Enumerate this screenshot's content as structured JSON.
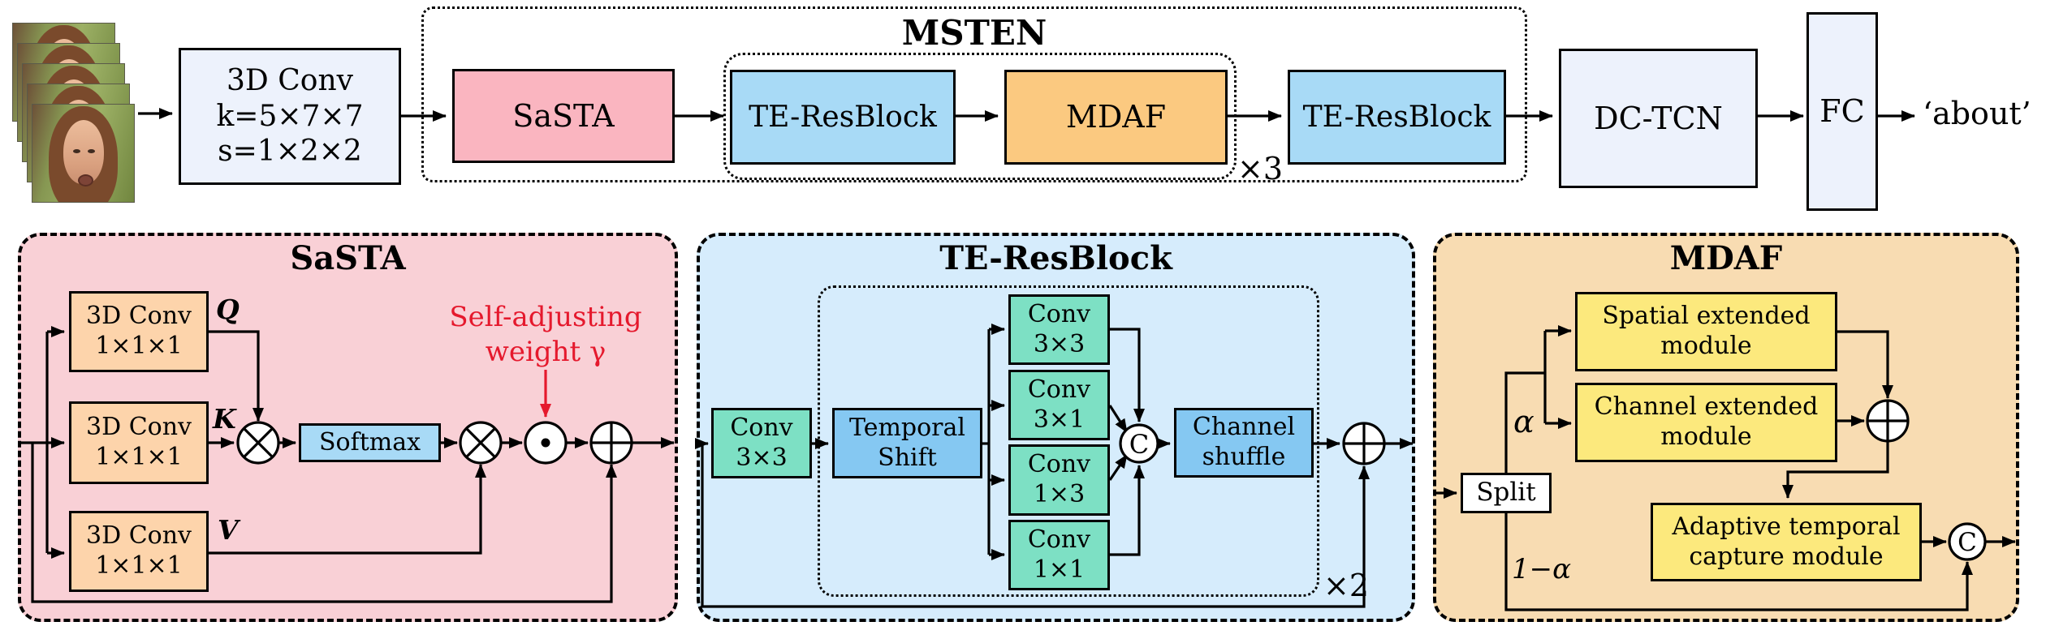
{
  "top_row": {
    "frames_stack_alt": "stacked video frames of a speaker's face",
    "conv3d_lines": [
      "3D Conv",
      "k=5×7×7",
      "s=1×2×2"
    ],
    "msten_title": "MSTEN",
    "sasta_label": "SaSTA",
    "te_resblock_1_label": "TE-ResBlock",
    "mdaf_label": "MDAF",
    "repeat_3_label": "×3",
    "te_resblock_2_label": "TE-ResBlock",
    "dc_tcn_label": "DC-TCN",
    "fc_label": "FC",
    "output_word": "‘about’"
  },
  "sasta_panel": {
    "title": "SaSTA",
    "conv_q_lines": [
      "3D Conv",
      "1×1×1"
    ],
    "conv_k_lines": [
      "3D Conv",
      "1×1×1"
    ],
    "conv_v_lines": [
      "3D Conv",
      "1×1×1"
    ],
    "q_label": "Q",
    "k_label": "K",
    "v_label": "V",
    "softmax_label": "Softmax",
    "annotation_lines": [
      "Self-adjusting",
      "weight γ"
    ]
  },
  "te_panel": {
    "title": "TE-ResBlock",
    "conv_in_lines": [
      "Conv",
      "3×3"
    ],
    "temporal_shift_lines": [
      "Temporal",
      "Shift"
    ],
    "branch_convs": [
      [
        "Conv",
        "3×3"
      ],
      [
        "Conv",
        "3×1"
      ],
      [
        "Conv",
        "1×3"
      ],
      [
        "Conv",
        "1×1"
      ]
    ],
    "concat_label": "C",
    "channel_shuffle_lines": [
      "Channel",
      "shuffle"
    ],
    "repeat_2_label": "×2"
  },
  "mdaf_panel": {
    "title": "MDAF",
    "split_label": "Split",
    "alpha_label": "α",
    "one_minus_alpha_label": "1−α",
    "spatial_module_lines": [
      "Spatial extended",
      "module"
    ],
    "channel_module_lines": [
      "Channel extended",
      "module"
    ],
    "adaptive_module_lines": [
      "Adaptive temporal",
      "capture module"
    ],
    "concat_label": "C"
  },
  "icons": {
    "multiply": "circled-times operator",
    "add": "circled-plus operator",
    "elementwise": "circled-dot operator",
    "concat": "circled-C concatenation"
  },
  "colors": {
    "pink_box": "#fab5c0",
    "pink_panel": "#f9d0d6",
    "blue_box": "#a8daf6",
    "blue_panel": "#d6ecfc",
    "mid_blue_box": "#85c8f2",
    "teal_box": "#7de0c4",
    "orange_box": "#fbc980",
    "orange_panel": "#f8dcb2",
    "yellow_box": "#fce97d",
    "lavender_box": "#edf2fc",
    "annotation_red": "#e5192d"
  }
}
